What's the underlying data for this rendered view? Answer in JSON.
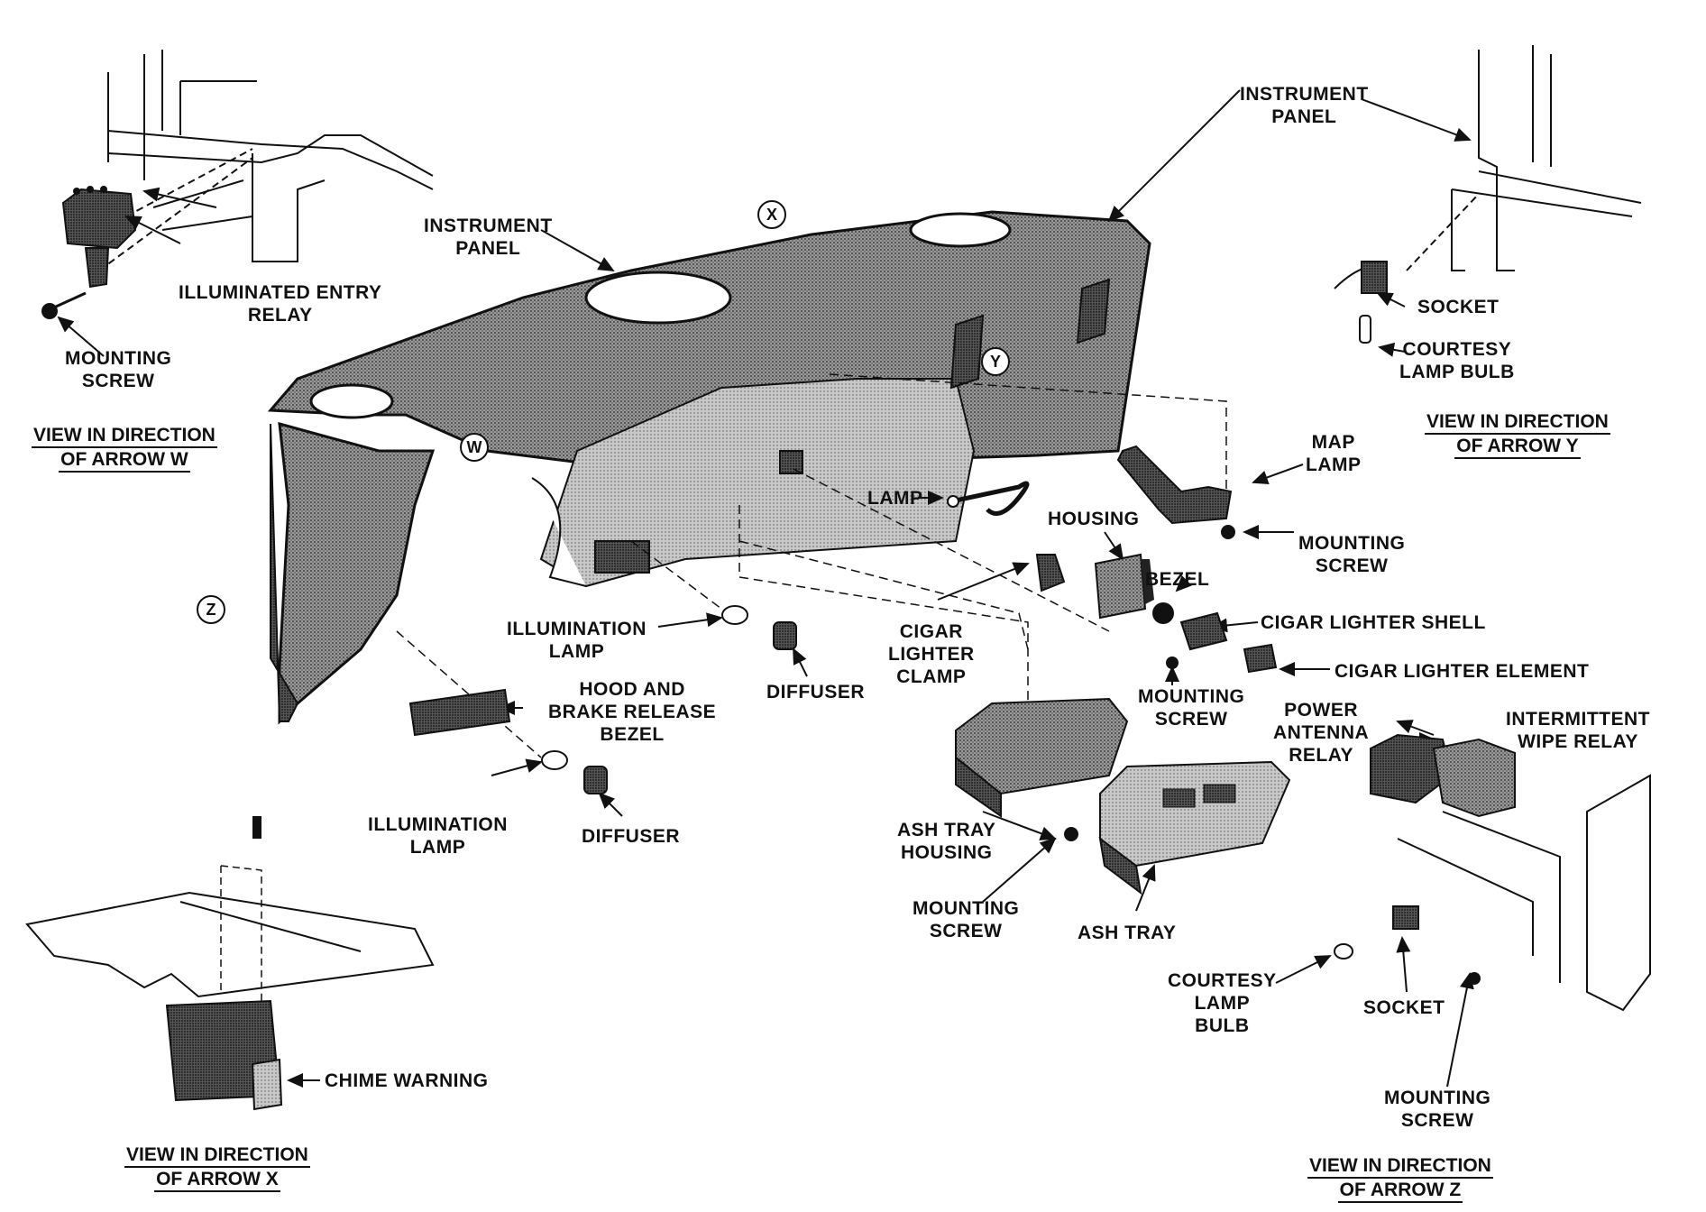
{
  "labels": {
    "instrument_panel_left": "INSTRUMENT\nPANEL",
    "illuminated_entry_relay": "ILLUMINATED ENTRY\nRELAY",
    "mounting_screw_w": "MOUNTING\nSCREW",
    "instrument_panel_top": "INSTRUMENT\nPANEL",
    "socket_y": "SOCKET",
    "courtesy_lamp_bulb_y": "COURTESY\nLAMP BULB",
    "map_lamp": "MAP\nLAMP",
    "mounting_screw_map": "MOUNTING\nSCREW",
    "lamp": "LAMP",
    "housing": "HOUSING",
    "bezel": "BEZEL",
    "cigar_lighter_shell": "CIGAR LIGHTER SHELL",
    "cigar_lighter_element": "CIGAR LIGHTER ELEMENT",
    "cigar_lighter_clamp": "CIGAR\nLIGHTER\nCLAMP",
    "mounting_screw_lighter": "MOUNTING\nSCREW",
    "illumination_lamp_upper": "ILLUMINATION\nLAMP",
    "diffuser_upper": "DIFFUSER",
    "hood_brake_release_bezel": "HOOD AND\nBRAKE RELEASE\nBEZEL",
    "illumination_lamp_lower": "ILLUMINATION\nLAMP",
    "diffuser_lower": "DIFFUSER",
    "ash_tray_housing": "ASH TRAY\nHOUSING",
    "mounting_screw_ash": "MOUNTING\nSCREW",
    "ash_tray": "ASH TRAY",
    "power_antenna_relay": "POWER\nANTENNA\nRELAY",
    "intermittent_wipe_relay": "INTERMITTENT\nWIPE RELAY",
    "courtesy_lamp_bulb_z": "COURTESY\nLAMP\nBULB",
    "socket_z": "SOCKET",
    "mounting_screw_z": "MOUNTING\nSCREW",
    "chime_warning": "CHIME WARNING"
  },
  "views": {
    "w_line1": "VIEW IN DIRECTION",
    "w_line2": "OF ARROW W",
    "y_line1": "VIEW IN DIRECTION",
    "y_line2": "OF ARROW Y",
    "x_line1": "VIEW IN DIRECTION",
    "x_line2": "OF ARROW X",
    "z_line1": "VIEW IN DIRECTION",
    "z_line2": "OF ARROW Z"
  },
  "arrow_tags": {
    "w": "W",
    "x": "X",
    "y": "Y",
    "z": "Z"
  }
}
